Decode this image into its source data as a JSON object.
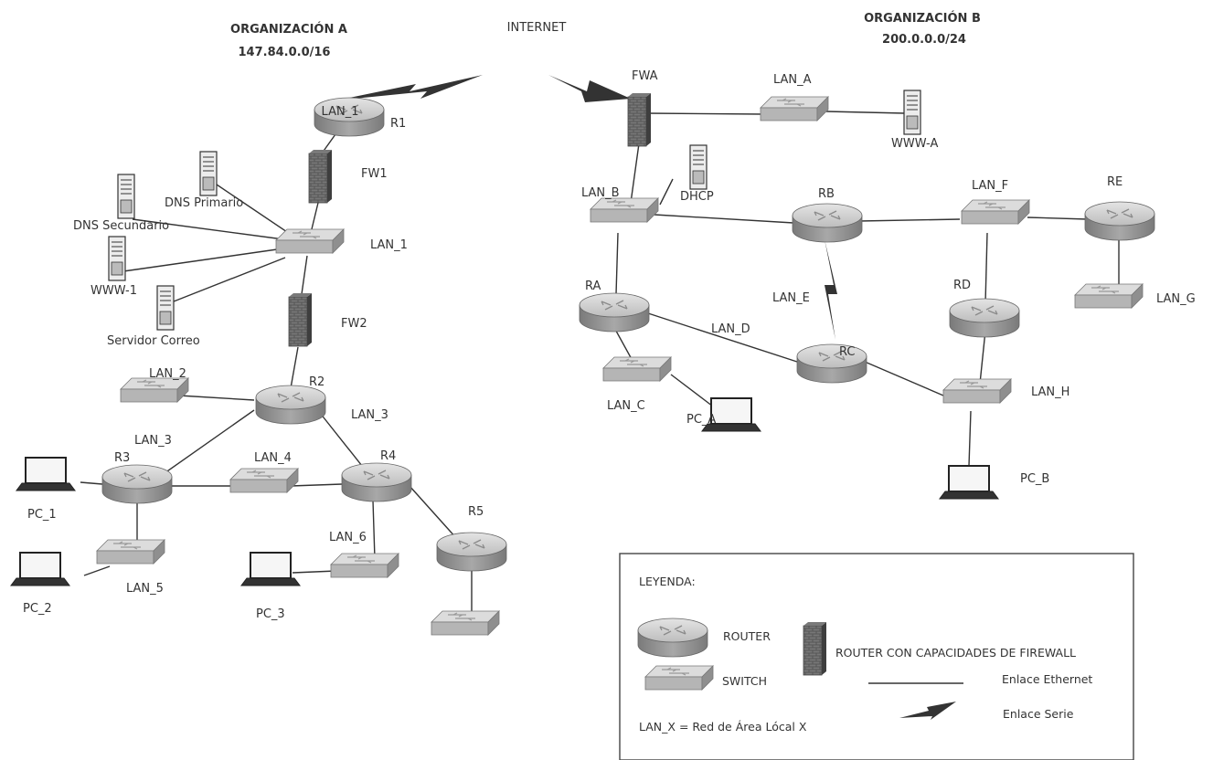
{
  "org_a": {
    "name": "ORGANIZACIÓN A",
    "network": "147.84.0.0/16"
  },
  "org_b": {
    "name": "ORGANIZACIÓN B",
    "network": "200.0.0.0/24"
  },
  "internet": "INTERNET",
  "labels": {
    "R1": "R1",
    "LAN_1_router": "LAN_1",
    "FW1": "FW1",
    "LAN_1": "LAN_1",
    "DNS_Primario": "DNS Primario",
    "DNS_Secundario": "DNS Secundario",
    "WWW_1": "WWW-1",
    "Servidor_Correo": "Servidor Correo",
    "FW2": "FW2",
    "R2": "R2",
    "LAN_2": "LAN_2",
    "LAN_3_a": "LAN_3",
    "LAN_3_b": "LAN_3",
    "R3": "R3",
    "R4": "R4",
    "LAN_4": "LAN_4",
    "R5": "R5",
    "LAN_6": "LAN_6",
    "LAN_5": "LAN_5",
    "PC_1": "PC_1",
    "PC_2": "PC_2",
    "PC_3": "PC_3",
    "FWA": "FWA",
    "LAN_A": "LAN_A",
    "WWW_A": "WWW-A",
    "DHCP": "DHCP",
    "LAN_B": "LAN_B",
    "RB": "RB",
    "LAN_F": "LAN_F",
    "RE": "RE",
    "LAN_E": "LAN_E",
    "RA": "RA",
    "RD": "RD",
    "LAN_G": "LAN_G",
    "LAN_D": "LAN_D",
    "RC": "RC",
    "LAN_C": "LAN_C",
    "PC_A": "PC_A",
    "LAN_H": "LAN_H",
    "PC_B": "PC_B"
  },
  "legend": {
    "title": "LEYENDA:",
    "router": "ROUTER",
    "switch": "SWITCH",
    "firewall": "ROUTER CON CAPACIDADES DE FIREWALL",
    "ethernet": "Enlace Ethernet",
    "serial": "Enlace Serie",
    "lan_note": "LAN_X = Red de Área Lócal X"
  },
  "colors": {
    "device_body": "#8c8c8c",
    "device_top": "#d4d4d4",
    "link": "#333333",
    "firewall": "#5a5a5a"
  }
}
